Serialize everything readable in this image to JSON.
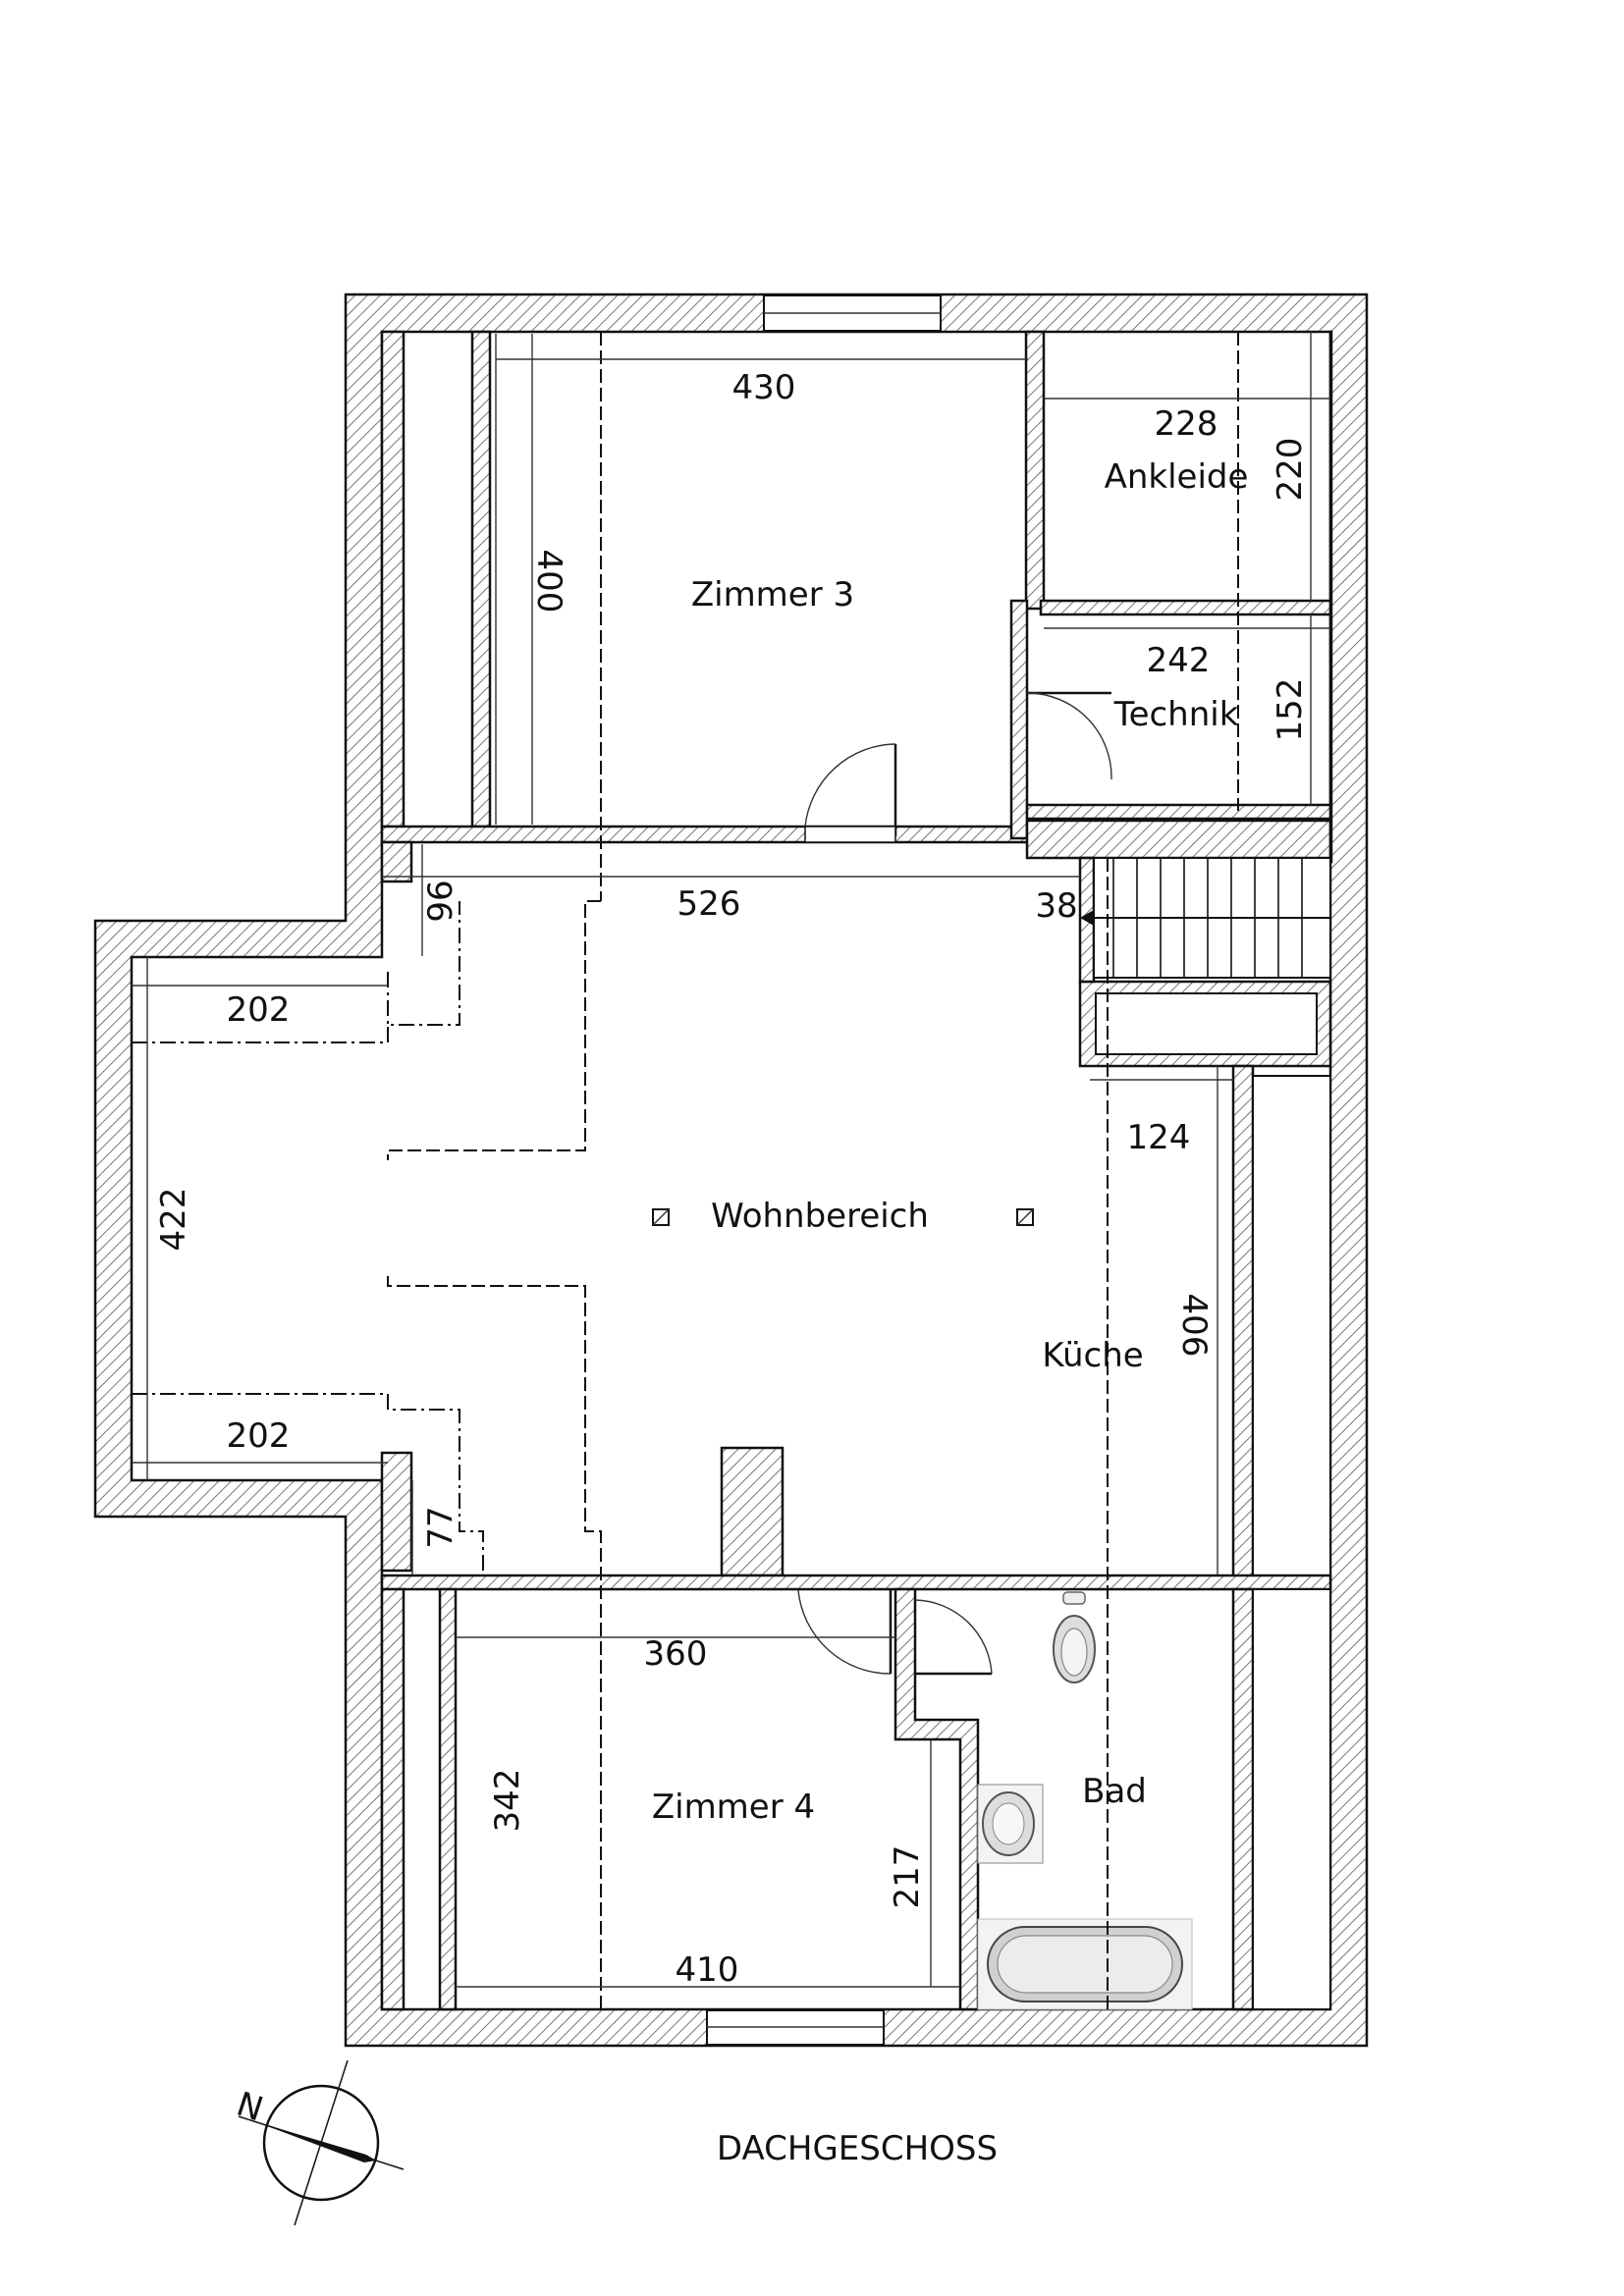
{
  "title": "DACHGESCHOSS",
  "rooms": {
    "zimmer3": "Zimmer 3",
    "ankleide": "Ankleide",
    "technik": "Technik",
    "wohnbereich": "Wohnbereich",
    "kueche": "Küche",
    "zimmer4": "Zimmer 4",
    "bad": "Bad"
  },
  "dimensions": {
    "z3_width": "430",
    "z3_depth": "400",
    "ankleide_width": "228",
    "ankleide_depth": "220",
    "technik_width": "242",
    "technik_depth": "152",
    "wohn_width": "526",
    "stair_gap": "38",
    "top_left_niche": "96",
    "left_upper_width": "202",
    "left_depth": "422",
    "left_lower_width": "202",
    "bottom_left_niche": "77",
    "kueche_width": "124",
    "kueche_depth": "406",
    "z4_width_top": "360",
    "z4_depth": "342",
    "z4_width_bottom": "410",
    "z4_notch": "217"
  },
  "compass": {
    "north_label": "N"
  }
}
